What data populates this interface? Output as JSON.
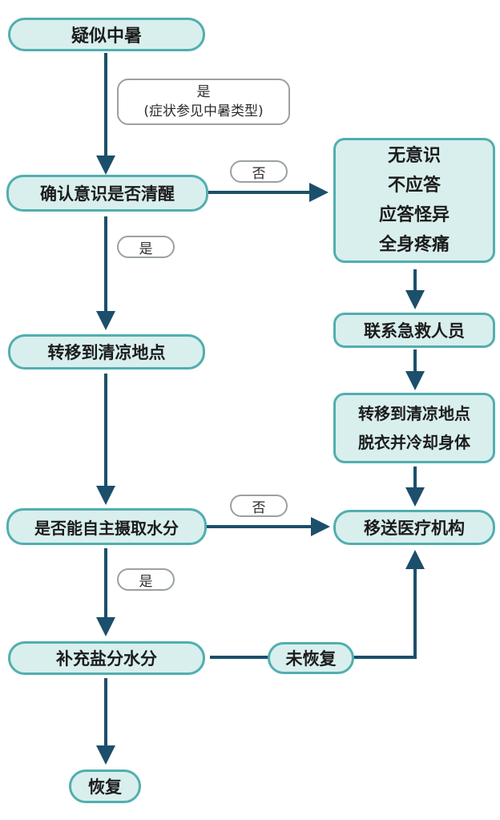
{
  "nodes": {
    "suspected_heatstroke": "疑似中暑",
    "confirm_conscious": "确认意识是否清醒",
    "move_cool_place": "转移到清凉地点",
    "drink_water_ability": "是否能自主摄取水分",
    "replenish": "补充盐分水分",
    "recovered": "恢复",
    "symptoms": [
      "无意识",
      "不应答",
      "应答怪异",
      "全身疼痛"
    ],
    "contact_rescue": "联系急救人员",
    "cool_body": [
      "转移到清凉地点",
      "脱衣并冷却身体"
    ],
    "send_medical": "移送医疗机构",
    "not_recovered": "未恢复"
  },
  "labels": {
    "yes_symptoms": [
      "是",
      "(症状参见中暑类型)"
    ],
    "no_1": "否",
    "yes_2": "是",
    "no_2": "否",
    "yes_3": "是"
  },
  "colors": {
    "node_fill": "#d9efed",
    "node_border": "#52aeb0",
    "arrow": "#1b4f6b",
    "label_border": "#9aa1a1"
  }
}
